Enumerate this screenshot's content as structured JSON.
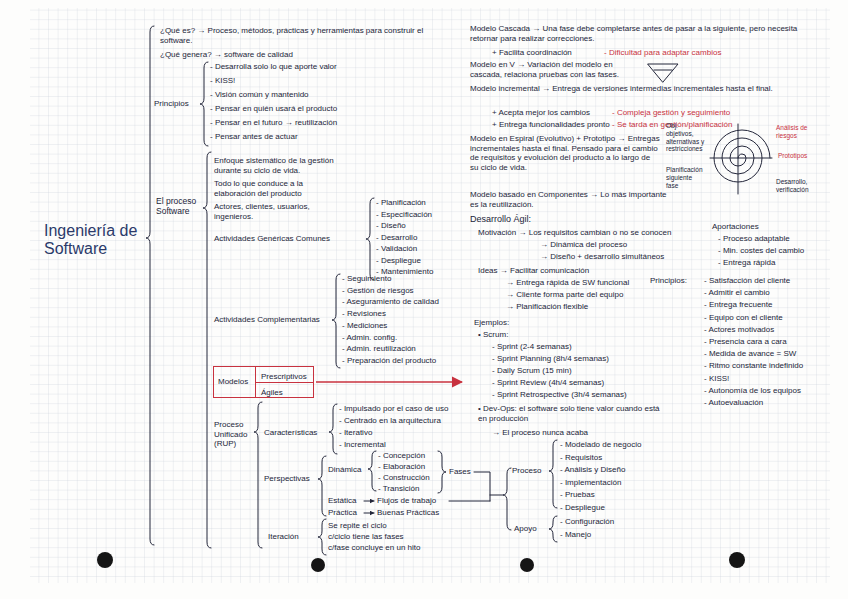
{
  "diagram": {
    "title": "Ingeniería de Software",
    "nodes": [
      {
        "text": [
          "Modelos"
        ]
      },
      {
        "text": [
          "Prescriptivos"
        ],
        "in": 0
      },
      {
        "text": [
          "Ágiles"
        ],
        "in": 0
      }
    ],
    "labels": [
      "¿Qué es? → Proceso, métodos, prácticas y herramientas para construir el software.",
      "¿Qué genera? → software de calidad",
      "Principios",
      "- Desarrolla solo lo que aporte valor",
      "- KISS!",
      "- Visión común y mantenido",
      "- Pensar en quién usará el producto",
      "- Pensar en el futuro → reutilización",
      "- Pensar antes de actuar",
      "El proceso Software",
      "Enfoque sistemático de la gestión durante su ciclo de vida.",
      "Todo lo que conduce a la elaboración del producto",
      "Actores, clientes, usuarios, ingenieros.",
      "Actividades Genéricas Comunes",
      "- Planificación",
      "- Especificación",
      "- Diseño",
      "- Desarrollo",
      "- Validación",
      "- Despliegue",
      "- Mantenimiento",
      "Actividades Complementarias",
      "- Seguimiento",
      "- Gestión de riesgos",
      "- Aseguramiento de calidad",
      "- Revisiones",
      "- Mediciones",
      "- Admin. config.",
      "- Admin. reutilización",
      "- Preparación del producto",
      "Proceso Unificado (RUP)",
      "Características",
      "- Impulsado por el caso de uso",
      "- Centrado en la arquitectura",
      "- Iterativo",
      "- Incremental",
      "Perspectivas",
      "Dinámica",
      "- Concepción",
      "- Elaboración",
      "- Construcción",
      "- Transición",
      "Fases",
      "Estática",
      "Flujos de trabajo",
      "Práctica",
      "Buenas Prácticas",
      "Iteración",
      "Se repite el ciclo",
      "c/ciclo tiene las fases",
      "c/fase concluye en un hito",
      "Proceso",
      "- Modelado de negocio",
      "- Requisitos",
      "- Análisis y Diseño",
      "- Implementación",
      "- Pruebas",
      "- Despliegue",
      "Apoyo",
      "- Configuración",
      "- Manejo",
      "Modelo Cascada → Una fase debe completarse antes de pasar a la siguiente, pero necesita retornar para realizar correcciones.",
      "+ Facilita coordinación",
      "- Dificultad para adaptar cambios",
      "Modelo en V → Variación del modelo en cascada, relaciona pruebas con las fases.",
      "Modelo incremental → Entrega de versiones intermedias incrementales hasta el final.",
      "+ Acepta mejor los cambios",
      "- Compleja gestión y seguimiento",
      "+ Entrega funcionalidades pronto",
      "- Se tarda en gestión/planificación",
      "Modelo en Espiral (Evolutivo) + Prototipo → Entregas incrementales hasta el final. Pensado para el cambio de requisitos y evolución del producto a lo largo de su ciclo de vida.",
      "Obj. objetivos, alternativas y restricciones",
      "Análisis de riesgos",
      "Prototipos",
      "Desarrollo, verificación",
      "Planificación siguiente fase",
      "Modelo basado en Componentes → Lo más importante es la reutilización.",
      "Desarrollo Ágil:",
      "Motivación → Los requisitos cambian o no se conocen",
      "→ Dinámica del proceso",
      "→ Diseño + desarrollo simultáneos",
      "Ideas → Facilitar comunicación",
      "→ Entrega rápida de SW funcional",
      "→ Cliente forma parte del equipo",
      "→ Planificación flexible",
      "Ejemplos:",
      "• Scrum:",
      "- Sprint (2-4 semanas)",
      "- Sprint Planning (8h/4 semanas)",
      "- Daily Scrum (15 min)",
      "- Sprint Review (4h/4 semanas)",
      "- Sprint Retrospective (3h/4 semanas)",
      "• Dev-Ops: el software solo tiene valor cuando está en producción",
      "→ El proceso nunca acaba",
      "Aportaciones",
      "- Proceso adaptable",
      "- Min. costes del cambio",
      "- Entrega rápida",
      "Principios:",
      "- Satisfacción del cliente",
      "- Admitir el cambio",
      "- Entrega frecuente",
      "- Equipo con el cliente",
      "- Actores motivados",
      "- Presencia cara a cara",
      "- Medida de avance = SW",
      "- Ritmo constante indefinido",
      "- KISS!",
      "- Autonomía de los equipos",
      "- Autoevaluación"
    ]
  }
}
